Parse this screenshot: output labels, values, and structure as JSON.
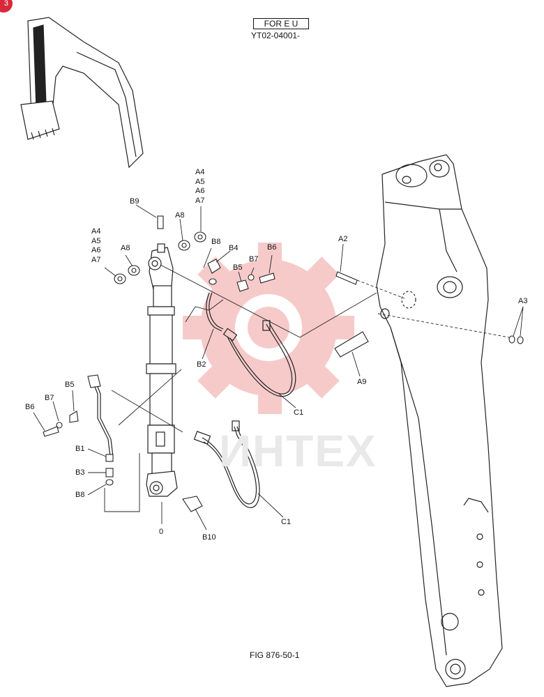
{
  "header": {
    "region_label": "FOR E U",
    "serial_range": "YT02-04001-"
  },
  "footer": {
    "figure_ref": "FIG 876-50-1"
  },
  "watermark": {
    "text": "ИНТЕХ",
    "color": "#f5b5b5"
  },
  "corner_badge": "3",
  "callouts": {
    "b9": "B9",
    "a8_top": "A8",
    "a8_left": "A8",
    "b8_top": "B8",
    "b4": "B4",
    "b5_top": "B5",
    "b7_top": "B7",
    "b6_top": "B6",
    "a2": "A2",
    "a3": "A3",
    "b2": "B2",
    "c1_top": "C1",
    "a9": "A9",
    "b5_left": "B5",
    "b7_left": "B7",
    "b6_left": "B6",
    "b1": "B1",
    "b3": "B3",
    "b8_left": "B8",
    "o": "0",
    "b10": "B10",
    "c1_bottom": "C1",
    "stack_top": [
      "A4",
      "A5",
      "A6",
      "A7"
    ],
    "stack_left": [
      "A4",
      "A5",
      "A6",
      "A7"
    ]
  }
}
